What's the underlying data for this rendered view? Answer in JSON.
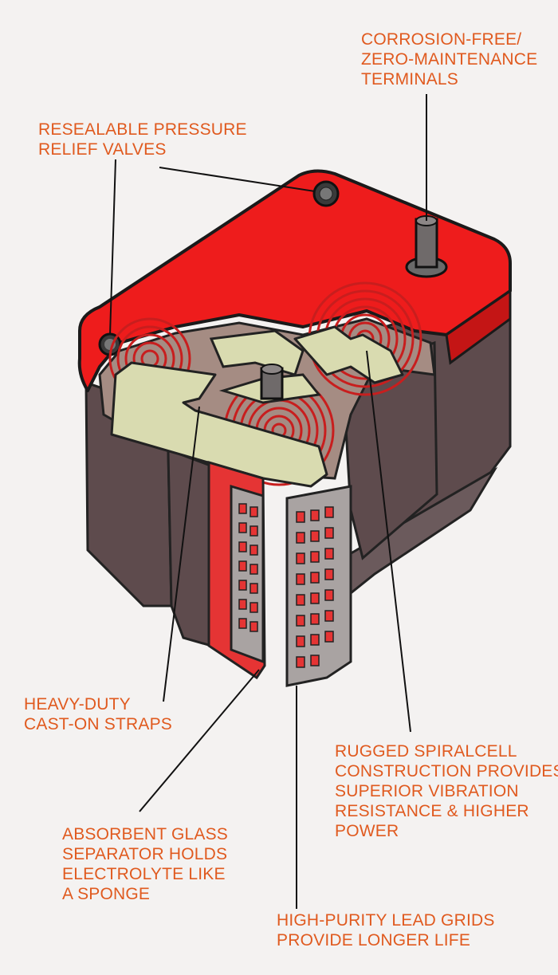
{
  "callouts": {
    "terminals": [
      "CORROSION-FREE/",
      "ZERO-MAINTENANCE",
      "TERMINALS"
    ],
    "valves": [
      "RESEALABLE PRESSURE",
      "RELIEF VALVES"
    ],
    "straps": [
      "HEAVY-DUTY",
      "CAST-ON STRAPS"
    ],
    "spiralcell": [
      "RUGGED SPIRALCELL",
      "CONSTRUCTION PROVIDES",
      "SUPERIOR VIBRATION",
      "RESISTANCE & HIGHER",
      "POWER"
    ],
    "separator": [
      "ABSORBENT GLASS",
      "SEPARATOR HOLDS",
      "ELECTROLYTE LIKE",
      "A SPONGE"
    ],
    "grids": [
      "HIGH-PURITY LEAD GRIDS",
      "PROVIDE LONGER LIFE"
    ]
  },
  "colors": {
    "label": "#e05a1f",
    "case": "#5e4b4d",
    "lid": "#ee1c1c",
    "strap": "#d9dbb0",
    "grid": "#a9a3a2",
    "separator": "#e53434"
  }
}
